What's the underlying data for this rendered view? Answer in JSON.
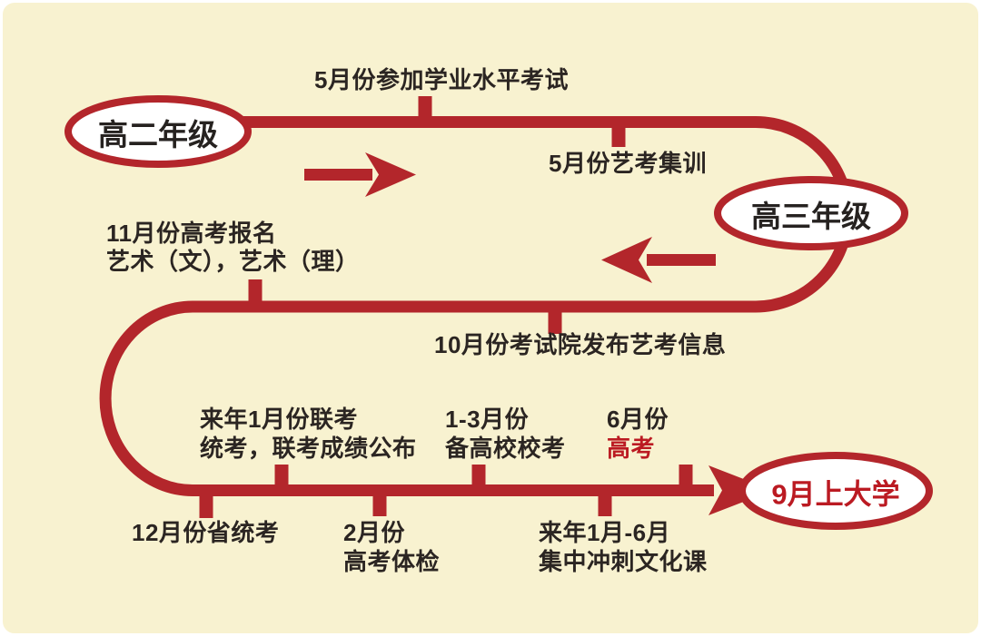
{
  "palette": {
    "background": "#f8f2d0",
    "frame": "#ffffff",
    "line_red": "#b3262b",
    "text_dark": "#2b2522",
    "highlight_red": "#bb1a22",
    "oval_fill": "#ffffff"
  },
  "ovals": {
    "grade2": {
      "label": "高二年级"
    },
    "grade3": {
      "label": "高三年级"
    },
    "college": {
      "label": "9月上大学"
    }
  },
  "events": {
    "academic_test": {
      "line1": "5月份参加学业水平考试"
    },
    "art_training": {
      "line1": "5月份艺考集训"
    },
    "gaokao_signup": {
      "line1": "11月份高考报名",
      "line2": "艺术（文），艺术（理）"
    },
    "exam_info": {
      "line1": "10月份考试院发布艺考信息"
    },
    "joint_exam": {
      "line1": "来年1月份联考",
      "line2": "统考，联考成绩公布"
    },
    "school_exam": {
      "line1": "1-3月份",
      "line2": "备高校校考"
    },
    "gaokao": {
      "line1": "6月份",
      "line2": "高考"
    },
    "province_exam": {
      "line1": "12月份省统考"
    },
    "physical_exam": {
      "line1": "2月份",
      "line2": "高考体检"
    },
    "culture_sprint": {
      "line1": "来年1月-6月",
      "line2": "集中冲刺文化课"
    }
  }
}
